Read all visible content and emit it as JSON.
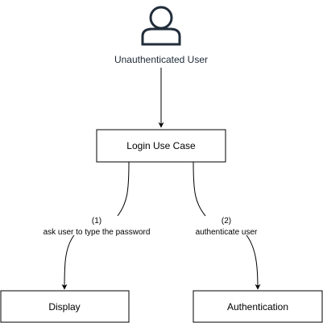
{
  "actor": {
    "label": "Unauthenticated User",
    "icon": "person-icon"
  },
  "nodes": {
    "login": {
      "label": "Login Use Case"
    },
    "display": {
      "label": "Display"
    },
    "authentication": {
      "label": "Authentication"
    }
  },
  "edges": {
    "ask_password": {
      "step": "(1)",
      "label": "ask user to type the password"
    },
    "authenticate": {
      "step": "(2)",
      "label": "authenticate user"
    }
  },
  "colors": {
    "stroke": "#000000",
    "actor_stroke": "#222d3a",
    "actor_label": "#1f2a36",
    "text": "#000000",
    "background": "#ffffff"
  }
}
